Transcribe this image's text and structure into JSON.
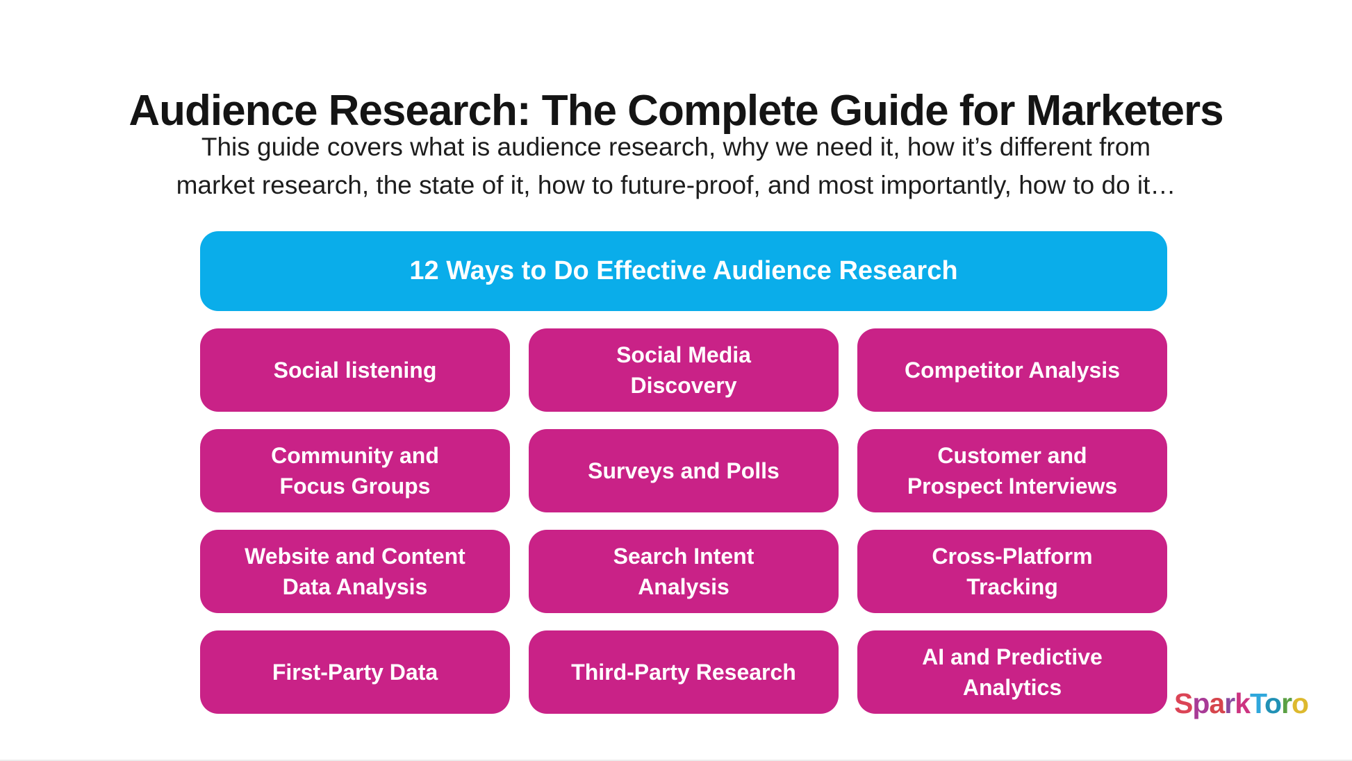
{
  "page": {
    "title": "Audience Research: The Complete Guide for Marketers",
    "subtitle_line1": "This guide covers what is audience research, why we need it, how it’s different from",
    "subtitle_line2": "market research, the state of it, how to future-proof, and most importantly, how to do it…"
  },
  "banner": {
    "label": "12 Ways to Do Effective Audience Research",
    "bg_color": "#0AADEA"
  },
  "grid": {
    "box_bg_color": "#C92287",
    "items": [
      {
        "label": "Social listening"
      },
      {
        "label": "Social Media\nDiscovery"
      },
      {
        "label": "Competitor Analysis"
      },
      {
        "label": "Community and\nFocus Groups"
      },
      {
        "label": "Surveys and Polls"
      },
      {
        "label": "Customer and\nProspect Interviews"
      },
      {
        "label": "Website and Content\nData Analysis"
      },
      {
        "label": "Search Intent\nAnalysis"
      },
      {
        "label": "Cross-Platform\nTracking"
      },
      {
        "label": "First-Party Data"
      },
      {
        "label": "Third-Party Research"
      },
      {
        "label": "AI and Predictive\nAnalytics"
      }
    ]
  },
  "logo": {
    "text": "SparkToro",
    "letters": [
      {
        "ch": "S",
        "color": "#DB4456"
      },
      {
        "ch": "p",
        "color": "#A83A96"
      },
      {
        "ch": "a",
        "color": "#D6454C"
      },
      {
        "ch": "r",
        "color": "#8A4A9E"
      },
      {
        "ch": "k",
        "color": "#CC3380"
      },
      {
        "ch": "T",
        "color": "#2FA7DC"
      },
      {
        "ch": "o",
        "color": "#2191B5"
      },
      {
        "ch": "r",
        "color": "#5BA044"
      },
      {
        "ch": "o",
        "color": "#DDB92E"
      }
    ]
  }
}
